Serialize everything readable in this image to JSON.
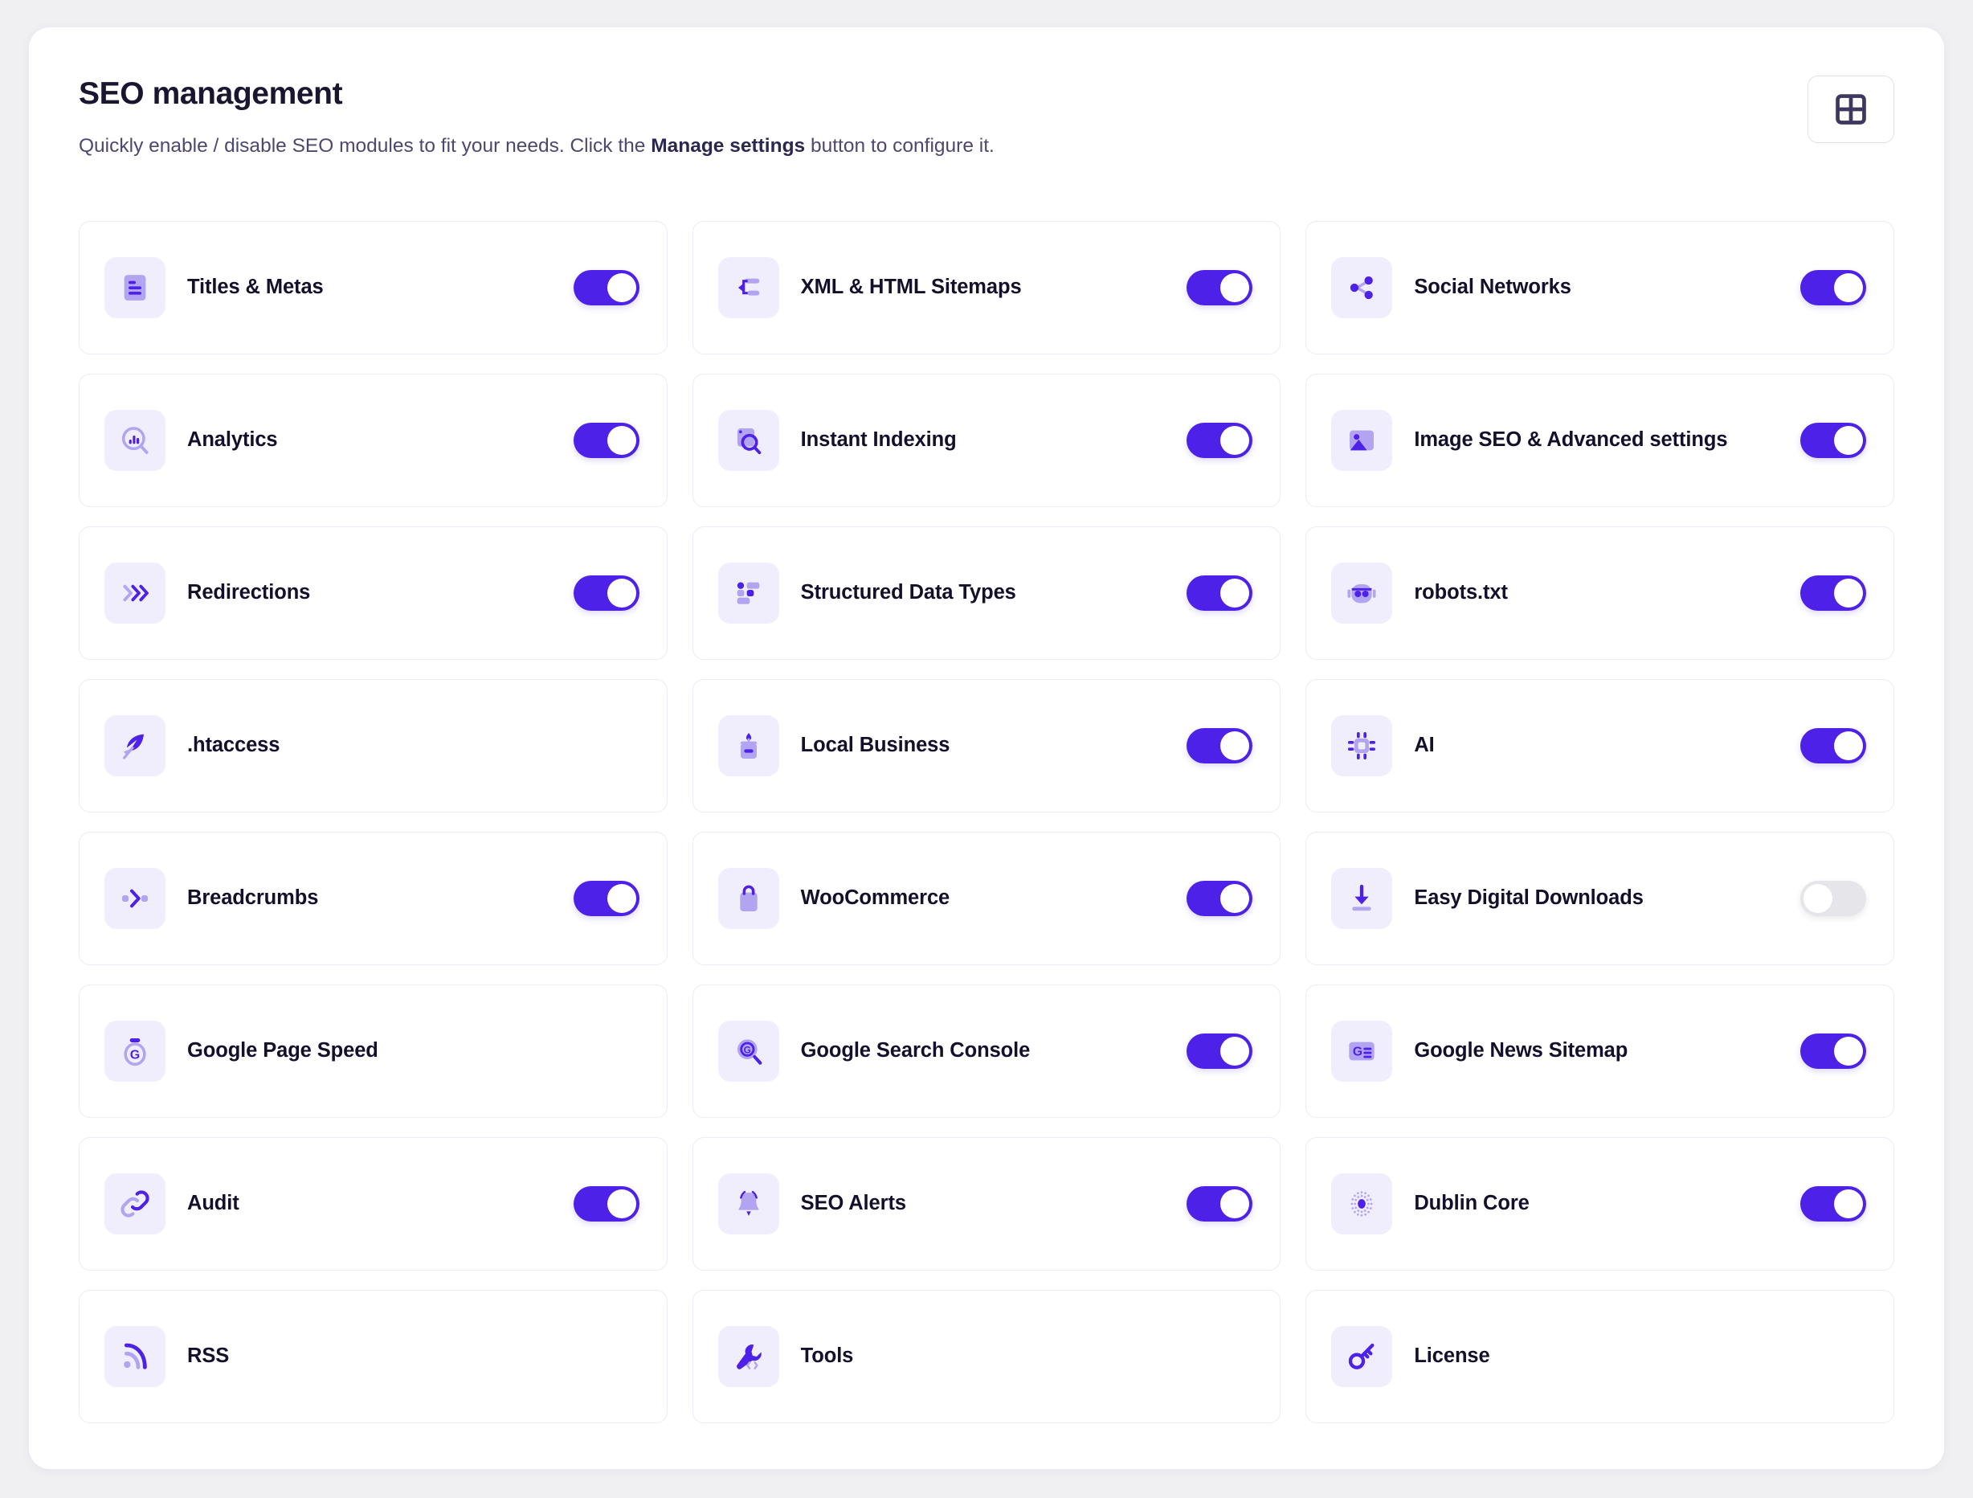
{
  "header": {
    "title": "SEO management",
    "subtitle_before": "Quickly enable / disable SEO modules to fit your needs. Click the ",
    "subtitle_strong": "Manage settings",
    "subtitle_after": " button to configure it.",
    "grid_button_icon": "grid-2x2-icon"
  },
  "modules": [
    {
      "label": "Titles & Metas",
      "icon": "document-lines-icon",
      "toggle": "on",
      "has_toggle": true
    },
    {
      "label": "XML & HTML Sitemaps",
      "icon": "sitemap-arrow-icon",
      "toggle": "on",
      "has_toggle": true
    },
    {
      "label": "Social Networks",
      "icon": "share-nodes-icon",
      "toggle": "on",
      "has_toggle": true
    },
    {
      "label": "Analytics",
      "icon": "chart-magnifier-icon",
      "toggle": "on",
      "has_toggle": true
    },
    {
      "label": "Instant Indexing",
      "icon": "page-search-icon",
      "toggle": "on",
      "has_toggle": true
    },
    {
      "label": "Image SEO & Advanced settings",
      "icon": "image-icon",
      "toggle": "on",
      "has_toggle": true
    },
    {
      "label": "Redirections",
      "icon": "chevrons-right-icon",
      "toggle": "on",
      "has_toggle": true
    },
    {
      "label": "Structured Data Types",
      "icon": "blocks-list-icon",
      "toggle": "on",
      "has_toggle": true
    },
    {
      "label": "robots.txt",
      "icon": "robot-icon",
      "toggle": "on",
      "has_toggle": true
    },
    {
      "label": ".htaccess",
      "icon": "feather-pen-icon",
      "toggle": "none",
      "has_toggle": false
    },
    {
      "label": "Local Business",
      "icon": "storefront-icon",
      "toggle": "on",
      "has_toggle": true
    },
    {
      "label": "AI",
      "icon": "chip-icon",
      "toggle": "on",
      "has_toggle": true
    },
    {
      "label": "Breadcrumbs",
      "icon": "breadcrumb-arrow-icon",
      "toggle": "on",
      "has_toggle": true
    },
    {
      "label": "WooCommerce",
      "icon": "shopping-bag-icon",
      "toggle": "on",
      "has_toggle": true
    },
    {
      "label": "Easy Digital Downloads",
      "icon": "download-icon",
      "toggle": "off",
      "has_toggle": true
    },
    {
      "label": "Google Page Speed",
      "icon": "google-gauge-icon",
      "toggle": "none",
      "has_toggle": false
    },
    {
      "label": "Google Search Console",
      "icon": "google-search-icon",
      "toggle": "on",
      "has_toggle": true
    },
    {
      "label": "Google News Sitemap",
      "icon": "google-news-icon",
      "toggle": "on",
      "has_toggle": true
    },
    {
      "label": "Audit",
      "icon": "link-chain-icon",
      "toggle": "on",
      "has_toggle": true
    },
    {
      "label": "SEO Alerts",
      "icon": "bell-icon",
      "toggle": "on",
      "has_toggle": true
    },
    {
      "label": "Dublin Core",
      "icon": "dotted-circle-icon",
      "toggle": "on",
      "has_toggle": true
    },
    {
      "label": "RSS",
      "icon": "rss-icon",
      "toggle": "none",
      "has_toggle": false
    },
    {
      "label": "Tools",
      "icon": "wrench-code-icon",
      "toggle": "none",
      "has_toggle": false
    },
    {
      "label": "License",
      "icon": "key-icon",
      "toggle": "none",
      "has_toggle": false
    }
  ],
  "colors": {
    "accent": "#4d21e8",
    "accent_light": "#b3a4f2",
    "icon_bg": "#f0eefc",
    "title": "#1a1630",
    "subtitle": "#4c4870",
    "toggle_off": "#e6e5ea",
    "card_border": "#eceaf4",
    "page_bg": "#f0f0f3"
  }
}
